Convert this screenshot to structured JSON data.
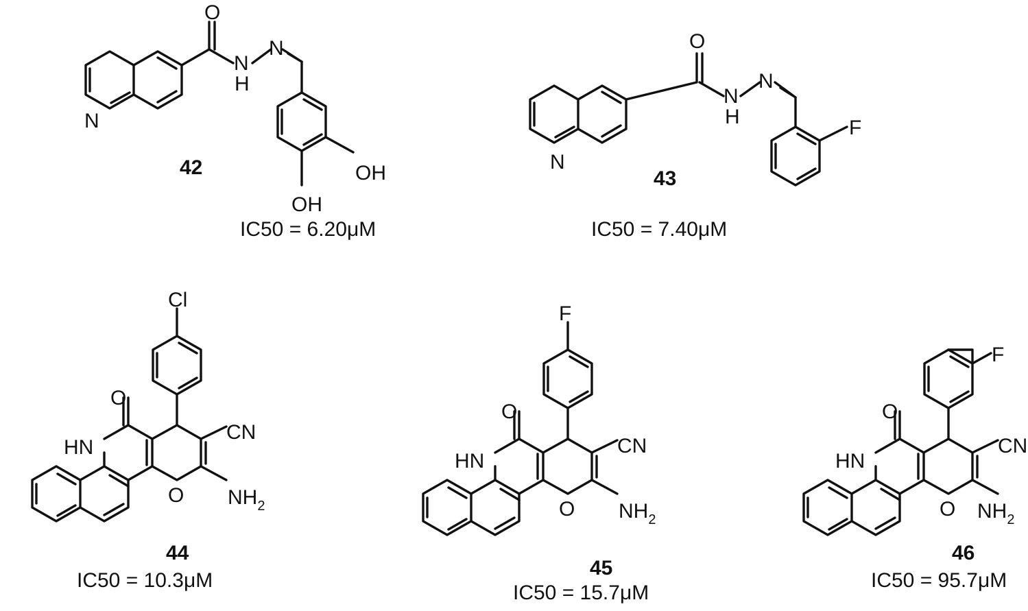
{
  "compounds": [
    {
      "number": "42",
      "ic50": "IC50 = 6.20μM",
      "atoms": {
        "o": "O",
        "n_ring": "N",
        "n_amide": "N",
        "h": "H",
        "n_imine": "N",
        "oh1": "OH",
        "oh2": "OH"
      }
    },
    {
      "number": "43",
      "ic50": "IC50 = 7.40μM",
      "atoms": {
        "o": "O",
        "n_ring": "N",
        "n_amide": "N",
        "h": "H",
        "n_imine": "N",
        "f": "F"
      }
    },
    {
      "number": "44",
      "ic50": "IC50 = 10.3μM",
      "atoms": {
        "cl": "Cl",
        "o_keto": "O",
        "hn": "HN",
        "cn": "CN",
        "o_ring": "O",
        "nh2": "NH",
        "sub2": "2"
      }
    },
    {
      "number": "45",
      "ic50": "IC50 = 15.7μM",
      "atoms": {
        "f": "F",
        "o_keto": "O",
        "hn": "HN",
        "cn": "CN",
        "o_ring": "O",
        "nh2": "NH",
        "sub2": "2"
      }
    },
    {
      "number": "46",
      "ic50": "IC50 = 95.7μM",
      "atoms": {
        "f": "F",
        "o_keto": "O",
        "hn": "HN",
        "cn": "CN",
        "o_ring": "O",
        "nh2": "NH",
        "sub2": "2"
      }
    }
  ]
}
